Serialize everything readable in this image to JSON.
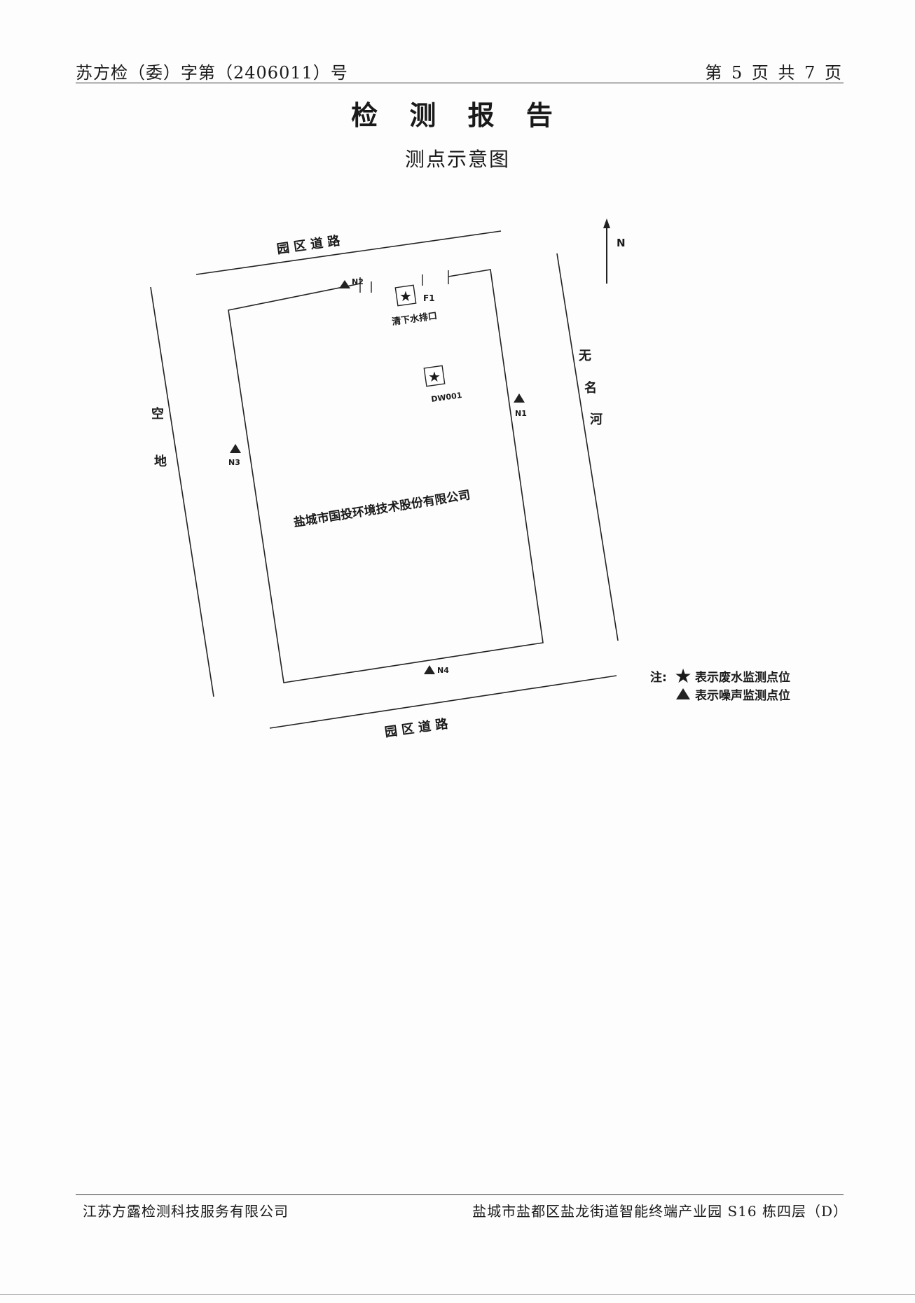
{
  "header": {
    "report_number": "苏方检（委）字第（2406011）号",
    "page_info": "第 5 页 共 7 页"
  },
  "title": "检 测 报 告",
  "subtitle": "测点示意图",
  "diagram": {
    "north_label": "N",
    "road_top": "园  区  道  路",
    "road_bottom": "园  区  道  路",
    "left_label_1": "空",
    "left_label_2": "地",
    "right_label_1": "无",
    "right_label_2": "名",
    "right_label_3": "河",
    "company": "盐城市国投环境技术股份有限公司",
    "outlet_label": "清下水排口",
    "f1_label": "F1",
    "dw001_label": "DW001",
    "n1_label": "N1",
    "n2_label": "N2",
    "n3_label": "N3",
    "n4_label": "N4",
    "legend_note": "注:",
    "legend_star": "表示废水监测点位",
    "legend_triangle": "表示噪声监测点位"
  },
  "footer": {
    "company": "江苏方露检测科技服务有限公司",
    "address": "盐城市盐都区盐龙街道智能终端产业园 S16 栋四层（D）"
  }
}
